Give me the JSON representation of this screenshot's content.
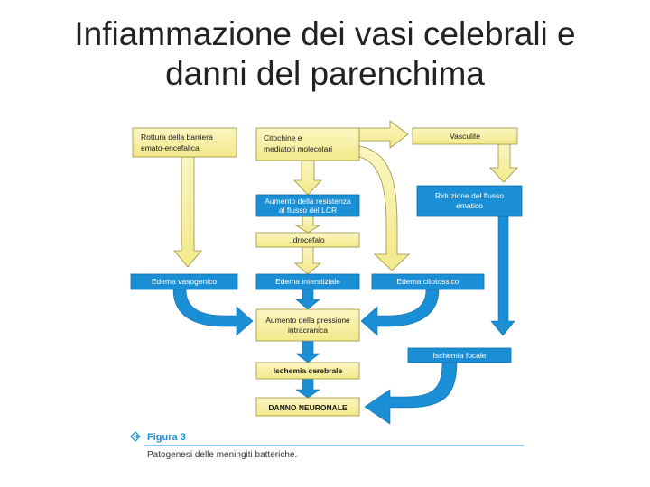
{
  "slide": {
    "title_line1": "Infiammazione dei vasi celebrali e",
    "title_line2": "danni del parenchima"
  },
  "diagram": {
    "boxes": {
      "rottura_l1": "Rottura della barriera",
      "rottura_l2": "emato-encefalica",
      "citochine_l1": "Citochine e",
      "citochine_l2": "mediatori molecolari",
      "vasculite": "Vasculite",
      "aumento_res_l1": "Aumento della resistenza",
      "aumento_res_l2": "al flusso del LCR",
      "riduzione_l1": "Riduzione del flusso",
      "riduzione_l2": "ematico",
      "idrocefalo": "Idrocefalo",
      "edema_vasogenico": "Edema vasogenico",
      "edema_interstiziale": "Edema interstiziale",
      "edema_citotossico": "Edema citotossico",
      "aumento_press_l1": "Aumento della pressione",
      "aumento_press_l2": "intracranica",
      "ischemia_focale": "Ischemia focale",
      "ischemia_cerebrale": "Ischemia cerebrale",
      "danno_neuronale": "DANNO NEURONALE"
    },
    "colors": {
      "yellow_fill": "#f8f0a0",
      "yellow_stroke": "#9a9040",
      "blue_fill": "#1a8fd6",
      "caption_accent": "#1a8fd6"
    }
  },
  "caption": {
    "figure_label": "Figura 3",
    "text": "Patogenesi delle meningiti batteriche."
  }
}
